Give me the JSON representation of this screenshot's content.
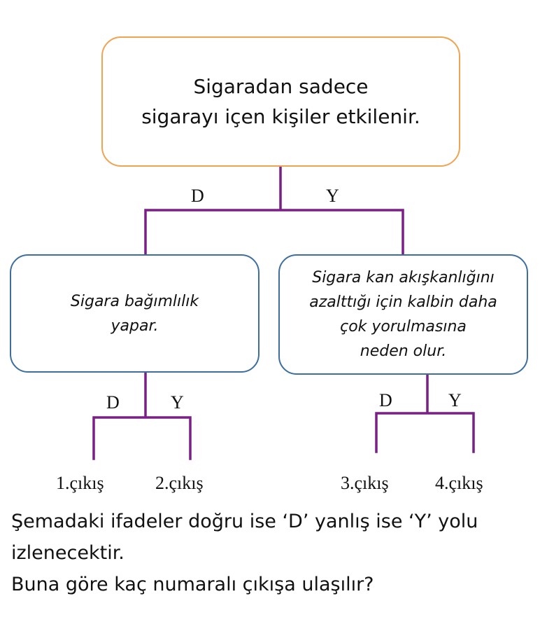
{
  "root": {
    "lines": [
      "Sigaradan sadece",
      "sigarayı içen kişiler etkilenir."
    ]
  },
  "left_node": {
    "lines": [
      "Sigara bağımlılık",
      "yapar."
    ]
  },
  "right_node": {
    "lines": [
      "Sigara kan akışkanlığını",
      "azalttığı için kalbin daha",
      "çok yorulmasına",
      "neden olur."
    ]
  },
  "branch_labels": {
    "true": "D",
    "false": "Y"
  },
  "exits": [
    "1.çıkış",
    "2.çıkış",
    "3.çıkış",
    "4.çıkış"
  ],
  "question": {
    "line1": "Şemadaki ifadeler doğru ise ‘D’ yanlış ise ‘Y’ yolu",
    "line2": "izlenecektir.",
    "line3": "Buna göre kaç numaralı çıkışa ulaşılır?"
  },
  "colors": {
    "root_border": "#f0a452",
    "node_border": "#3c6fa0",
    "connector": "#7a1f86"
  }
}
